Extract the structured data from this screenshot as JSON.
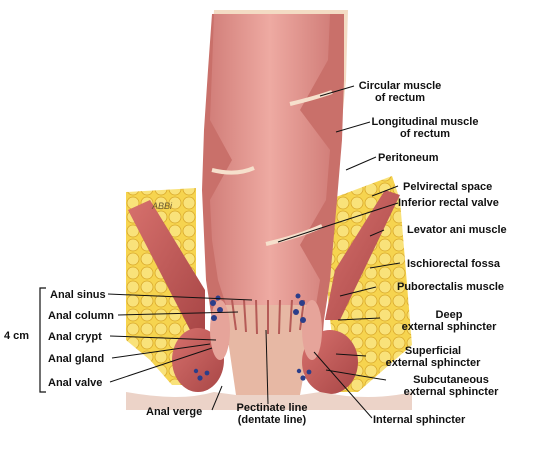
{
  "labels": {
    "circular_muscle": [
      "Circular muscle",
      "of rectum"
    ],
    "longitudinal_muscle": [
      "Longitudinal muscle",
      "of rectum"
    ],
    "peritoneum": "Peritoneum",
    "pelvirectal_space": "Pelvirectal space",
    "inferior_rectal_valve": "Inferior rectal valve",
    "levator_ani": "Levator ani muscle",
    "ischiorectal_fossa": "Ischiorectal fossa",
    "puborectalis": "Puborectalis muscle",
    "deep_sphincter": [
      "Deep",
      "external sphincter"
    ],
    "superficial_sphincter": [
      "Superficial",
      "external sphincter"
    ],
    "subcutaneous_sphincter": [
      "Subcutaneous",
      "external sphincter"
    ],
    "internal_sphincter": "Internal sphincter",
    "pectinate_line": [
      "Pectinate line",
      "(dentate line)"
    ],
    "anal_verge": "Anal verge",
    "anal_sinus": "Anal sinus",
    "anal_column": "Anal column",
    "anal_crypt": "Anal crypt",
    "anal_gland": "Anal gland",
    "anal_valve": "Anal valve",
    "bracket_length": "4 cm",
    "signature": "ABBi"
  },
  "colors": {
    "fat": "#f2c945",
    "rectum_lumen": "#e9a39a",
    "rectum_wall": "#c96a66",
    "serosa": "#f3dcc4",
    "muscle": "#c05b5b",
    "gland": "#2b3e8a",
    "leader_line": "#111111"
  }
}
